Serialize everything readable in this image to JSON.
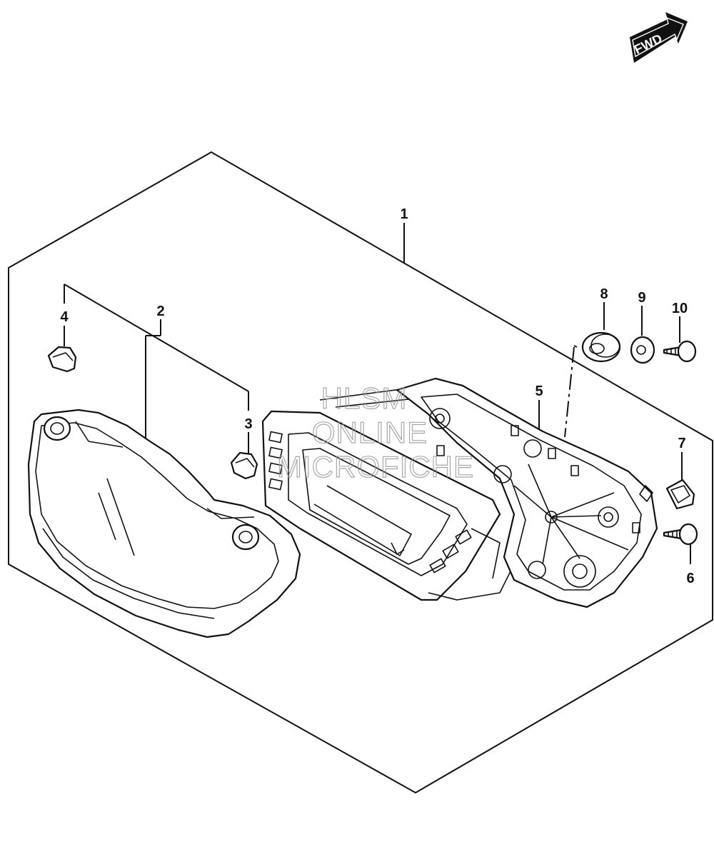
{
  "fwd_label": "FWD",
  "watermark": {
    "line1": "HLSM",
    "line2": "ONLINE",
    "line3": "MICROFICHE"
  },
  "callouts": {
    "c1": "1",
    "c2": "2",
    "c3": "3",
    "c4": "4",
    "c5": "5",
    "c6": "6",
    "c7": "7",
    "c8": "8",
    "c9": "9",
    "c10": "10"
  }
}
